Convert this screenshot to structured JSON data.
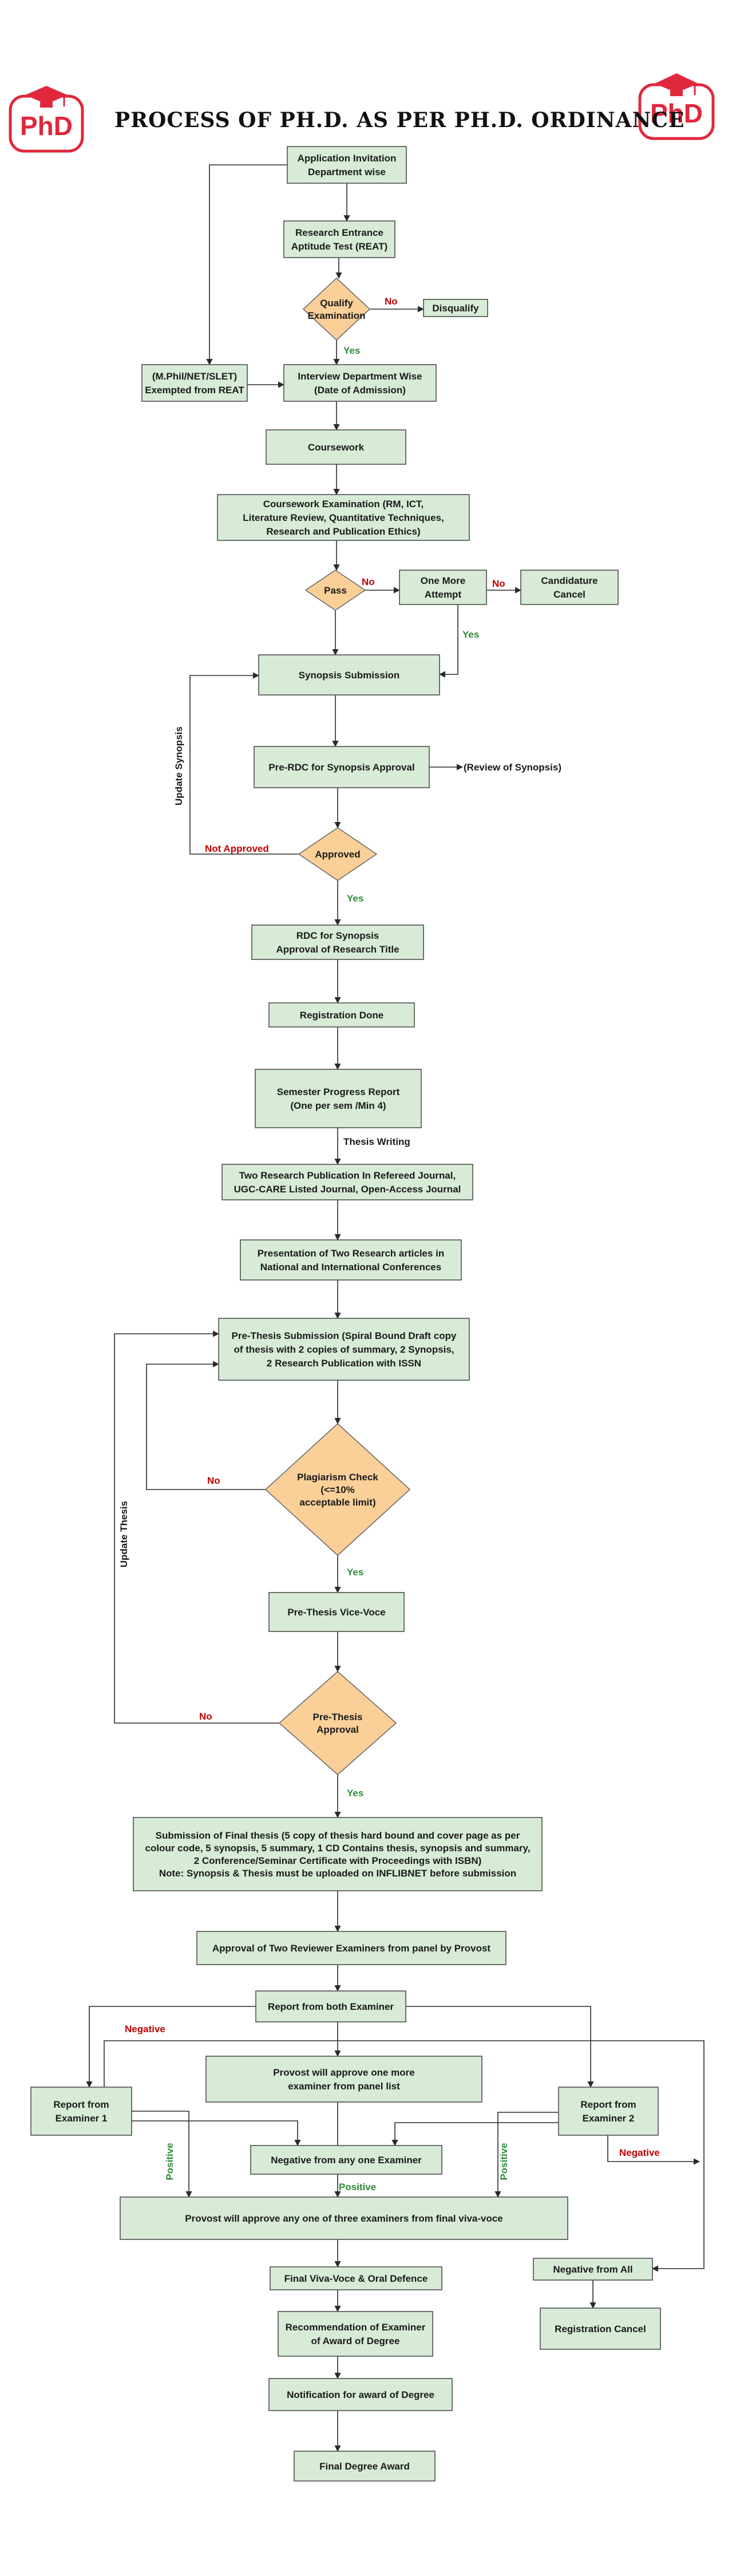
{
  "title": "PROCESS OF PH.D. AS PER PH.D. ORDINANCE",
  "logo": {
    "text": "PhD",
    "color": "#e0283c"
  },
  "colors": {
    "box_fill": "#d7ebd6",
    "diamond_fill": "#fbcf98",
    "no_label": "#c00000",
    "yes_label": "#2e8b3a",
    "line": "#2a2a2a"
  },
  "boxes": {
    "app_invitation": [
      "Application Invitation",
      "Department wise"
    ],
    "reat": [
      "Research Entrance",
      "Aptitude Test (REAT)"
    ],
    "disqualify": [
      "Disqualify"
    ],
    "exempted": [
      "(M.Phil/NET/SLET)",
      "Exempted from REAT"
    ],
    "interview": [
      "Interview Department Wise",
      "(Date of Admission)"
    ],
    "coursework": [
      "Coursework"
    ],
    "cw_exam": [
      "Coursework Examination (RM, ICT,",
      "Literature Review, Quantitative Techniques,",
      "Research and Publication Ethics)"
    ],
    "one_more": [
      "One More",
      "Attempt"
    ],
    "cand_cancel": [
      "Candidature",
      "Cancel"
    ],
    "synopsis_sub": [
      "Synopsis Submission"
    ],
    "pre_rdc": [
      "Pre-RDC for Synopsis Approval"
    ],
    "rdc": [
      "RDC for Synopsis",
      "Approval of Research Title"
    ],
    "registration": [
      "Registration Done"
    ],
    "spr": [
      "Semester Progress Report",
      "(One per sem /Min 4)"
    ],
    "two_pub": [
      "Two Research Publication In Refereed Journal,",
      "UGC-CARE Listed Journal, Open-Access Journal"
    ],
    "presentation": [
      "Presentation of Two Research articles in",
      "National and International Conferences"
    ],
    "pre_thesis_sub": [
      "Pre-Thesis Submission (Spiral Bound Draft copy",
      "of thesis with 2 copies of summary, 2 Synopsis,",
      "2 Research Publication with ISSN"
    ],
    "pre_viva": [
      "Pre-Thesis Vice-Voce"
    ],
    "final_sub": [
      "Submission of Final thesis (5 copy of thesis hard bound and cover page as per",
      "colour code, 5 synopsis, 5 summary, 1 CD Contains thesis, synopsis and summary,",
      "2 Conference/Seminar Certificate with Proceedings with ISBN)",
      "Note: Synopsis & Thesis must be uploaded on INFLIBNET before submission"
    ],
    "approval_reviewers": [
      "Approval of Two Reviewer Examiners from panel by Provost"
    ],
    "report_both": [
      "Report from both Examiner"
    ],
    "provost_one_more": [
      "Provost will approve one more",
      "examiner from panel list"
    ],
    "report_ex1": [
      "Report from",
      "Examiner 1"
    ],
    "report_ex2": [
      "Report from",
      "Examiner 2"
    ],
    "neg_any": [
      "Negative from any one Examiner"
    ],
    "provost_three": [
      "Provost will approve any one of three examiners from final viva-voce"
    ],
    "final_viva": [
      "Final Viva-Voce & Oral Defence"
    ],
    "neg_all": [
      "Negative from All"
    ],
    "reg_cancel": [
      "Registration Cancel"
    ],
    "recommendation": [
      "Recommendation of Examiner",
      "of Award of Degree"
    ],
    "notification": [
      "Notification for award of Degree"
    ],
    "final_award": [
      "Final Degree Award"
    ]
  },
  "diamonds": {
    "qualify": [
      "Qualify",
      "Examination"
    ],
    "pass": [
      "Pass"
    ],
    "approved": [
      "Approved"
    ],
    "plagiarism": [
      "Plagiarism Check",
      "(<=10%",
      "acceptable limit)"
    ],
    "pre_thesis_approval": [
      "Pre-Thesis",
      "Approval"
    ]
  },
  "labels": {
    "no_qualify": "No",
    "yes_qualify": "Yes",
    "no_pass": "No",
    "no_attempt": "No",
    "yes_attempt": "Yes",
    "review_synopsis": "(Review of Synopsis)",
    "update_synopsis": "Update Synopsis",
    "not_approved": "Not Approved",
    "yes_approved": "Yes",
    "thesis_writing": "Thesis  Writing",
    "no_plagiarism": "No",
    "yes_plagiarism": "Yes",
    "update_thesis": "Update Thesis",
    "no_prethesis": "No",
    "yes_prethesis": "Yes",
    "negative_top": "Negative",
    "negative_right": "Negative",
    "positive_left": "Positive",
    "positive_center": "Positive",
    "positive_right": "Positive"
  }
}
